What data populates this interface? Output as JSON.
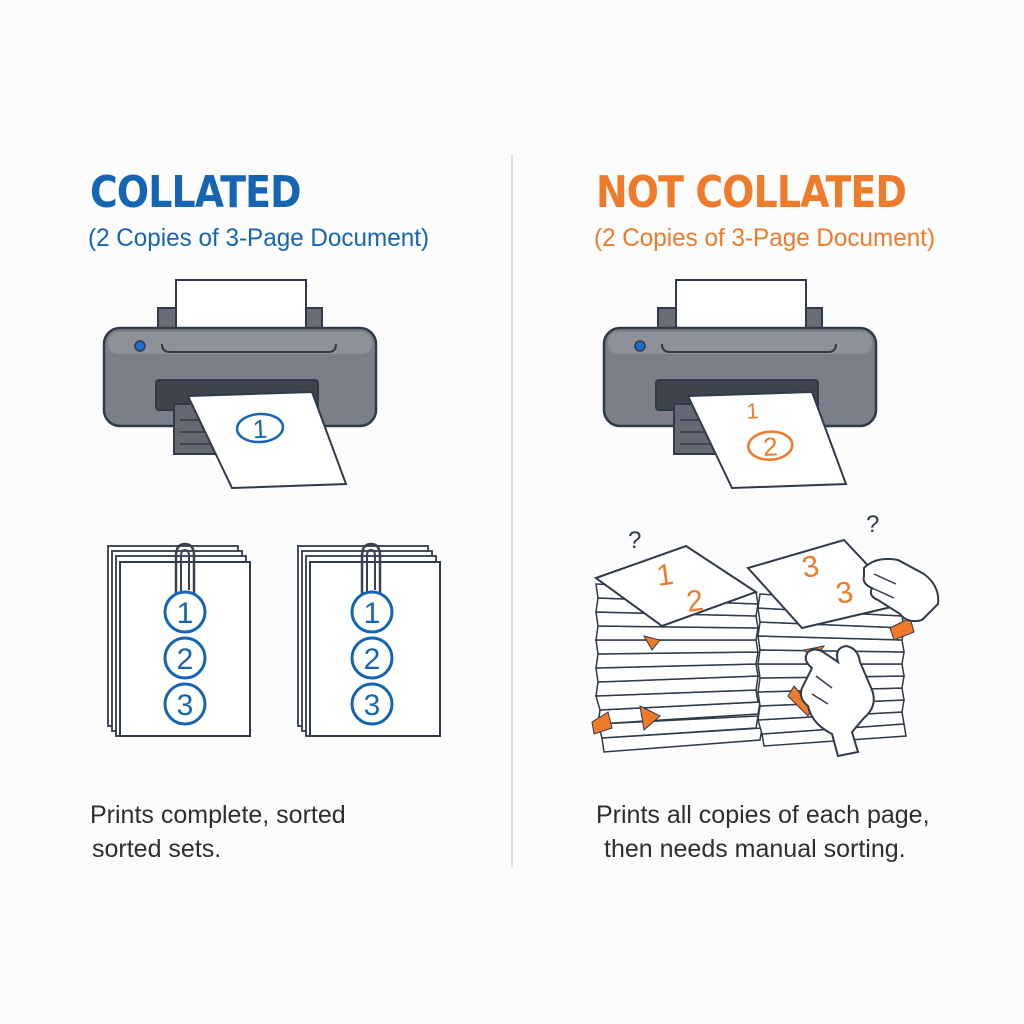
{
  "colors": {
    "collated_accent": "#1565b4",
    "not_collated_accent": "#ef7a2a",
    "printer_body": "#7c7f89",
    "caption_text": "#2e2e2e"
  },
  "collated": {
    "title": "COLLATED",
    "subtitle": "(2 Copies of 3-Page Document)",
    "printer_page_number": "1",
    "stack_pages": [
      "1",
      "2",
      "3"
    ],
    "caption_line1": "Prints complete, sorted",
    "caption_line2": "sorted sets.",
    "icons": [
      "printer-icon",
      "paperclip-icon"
    ]
  },
  "not_collated": {
    "title": "NOT COLLATED",
    "subtitle": "(2 Copies of 3-Page Document)",
    "printer_page_number_small": "1",
    "printer_page_number_circled": "2",
    "pile1_labels": [
      "1",
      "2"
    ],
    "pile2_labels": [
      "3",
      "3"
    ],
    "question_marks": [
      "?",
      "?"
    ],
    "caption_line1": "Prints all copies of each page,",
    "caption_line2": "then needs manual sorting.",
    "icons": [
      "printer-icon",
      "hand-icon"
    ]
  }
}
